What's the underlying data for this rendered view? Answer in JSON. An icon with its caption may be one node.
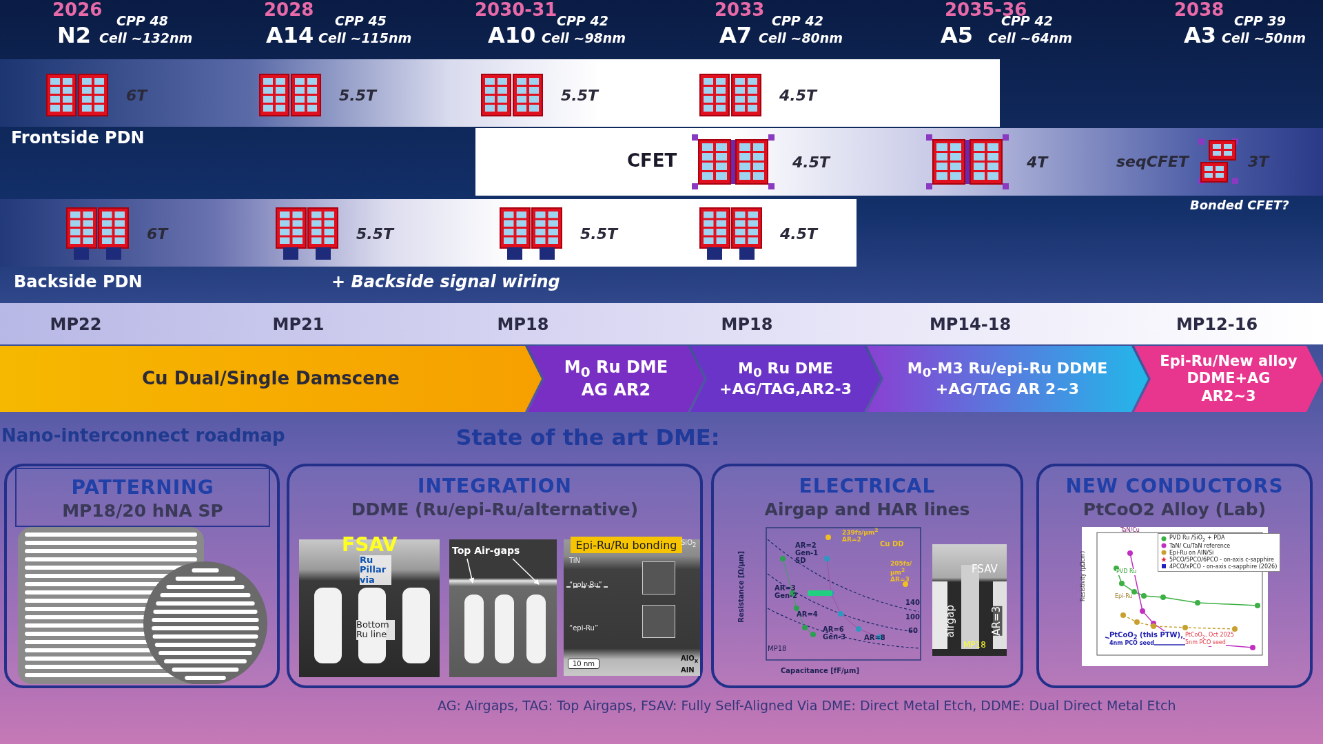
{
  "diagram": {
    "nodes": [
      {
        "text": [
          "Frontside PDN"
        ]
      },
      {
        "text": [
          "6T"
        ],
        "in": 0
      },
      {
        "text": [
          "5.5T"
        ],
        "in": 0
      },
      {
        "text": [
          "5.5T"
        ],
        "in": 0
      },
      {
        "text": [
          "4.5T"
        ],
        "in": 0
      },
      {
        "text": [
          "CFET"
        ]
      },
      {
        "text": [
          "4.5T"
        ],
        "in": 5
      },
      {
        "text": [
          "4T"
        ],
        "in": 5
      },
      {
        "text": [
          "seqCFET",
          "3T"
        ],
        "in": 5,
        "beside": [
          "Bonded CFET?"
        ]
      },
      {
        "text": [
          "Backside PDN",
          "+ Backside signal wiring"
        ]
      },
      {
        "text": [
          "6T"
        ],
        "in": 9
      },
      {
        "text": [
          "5.5T"
        ],
        "in": 9
      },
      {
        "text": [
          "5.5T"
        ],
        "in": 9
      },
      {
        "text": [
          "4.5T"
        ],
        "in": 9
      },
      {
        "text": [
          "Cu Dual/Single Damscene"
        ]
      },
      {
        "text": [
          "M$_{0}$ Ru DME AG AR2"
        ]
      },
      {
        "text": [
          "M$_{0}$ Ru DME +AG/TAG,AR2-3"
        ]
      },
      {
        "text": [
          "M$_{0}$-M3 Ru/epi-Ru DDME +AG/TAG AR 2~3"
        ]
      },
      {
        "text": [
          "Epi-Ru/New alloy DDME+AG AR2~3"
        ]
      },
      {
        "text": [
          "PATTERNING",
          "MP18/20 hNA SP"
        ]
      },
      {
        "text": [
          "INTEGRATION",
          "DDME (Ru/epi-Ru/alternative)"
        ]
      },
      {
        "text": [
          "ELECTRICAL",
          "Airgap and HAR lines"
        ]
      },
      {
        "text": [
          "NEW CONDUCTORS",
          "PtCoO2 Alloy (Lab)"
        ]
      },
      {
        "text": [
          "Top Air-gaps"
        ],
        "in": 20
      },
      {
        "text": [
          "Epi-Ru/Ru bonding"
        ],
        "in": 20
      }
    ],
    "edges": [
      {
        "from": 23,
        "to": null,
        "arrow": "to"
      },
      {
        "from": 23,
        "to": null,
        "arrow": "to"
      }
    ],
    "labels": [
      "2026",
      "N2",
      "CPP 48",
      "Cell ~132nm",
      "2028",
      "A14",
      "CPP 45",
      "Cell ~115nm",
      "2030-31",
      "A10",
      "CPP 42",
      "Cell ~98nm",
      "2033",
      "A7",
      "CPP 42",
      "Cell ~80nm",
      "2035-36",
      "A5",
      "CPP 42",
      "Cell ~64nm",
      "2038",
      "A3",
      "CPP 39",
      "Cell ~50nm",
      "MP22",
      "MP21",
      "MP18",
      "MP18",
      "MP14-18",
      "MP12-16",
      "Nano-interconnect roadmap",
      "State of the art DME:",
      "FSAV",
      "Ru Pillar via",
      "Bottom Ru line",
      "SiO$_{2}$",
      "TiN",
      "“poly-Ru”",
      "“epi-Ru”",
      "10 nm",
      "AlO$_{x}$",
      "AlN",
      "Resistance [Ω/μm]",
      "Capacitance [fF/μm]",
      "239fs/μm$^{2}$ AR=2",
      "Cu DD",
      "AR=2 Gen-1 SD",
      "205fs/μm$^{2}$ AR=3",
      "AR=3 Gen-2",
      "140",
      "100",
      "AR=4",
      "60",
      "AR=6 Gen-3",
      "AR=8",
      "MP18",
      "FSAV",
      "airgap",
      "AR=3",
      "MP18",
      "TaN/Cu",
      "PVD Ru",
      "Epi-Ru",
      "PtCoO$_{2}$ (this PTW),",
      "4nm PCO seed",
      "PtCoO$_{2}$, Oct 2025",
      "5nm PCO seed",
      "Resistivity (μΩcm)",
      "AG: Airgaps, TAG: Top Airgaps, FSAV: Fully Self-Aligned Via  DME: Direct Metal Etch, DDME: Dual Direct Metal Etch"
    ],
    "legend": [
      {
        "text": "PVD Ru /SiO$_{2}$ + PDA"
      },
      {
        "text": "TaN/ Cu/TaN reference"
      },
      {
        "text": "Epi-Ru on AlN/Si"
      },
      {
        "text": "5PCO/5PCO/6PCO - on-axis c-sapphire"
      },
      {
        "text": "4PCO/xPCO - on-axis c-sapphire (2026)"
      }
    ]
  }
}
